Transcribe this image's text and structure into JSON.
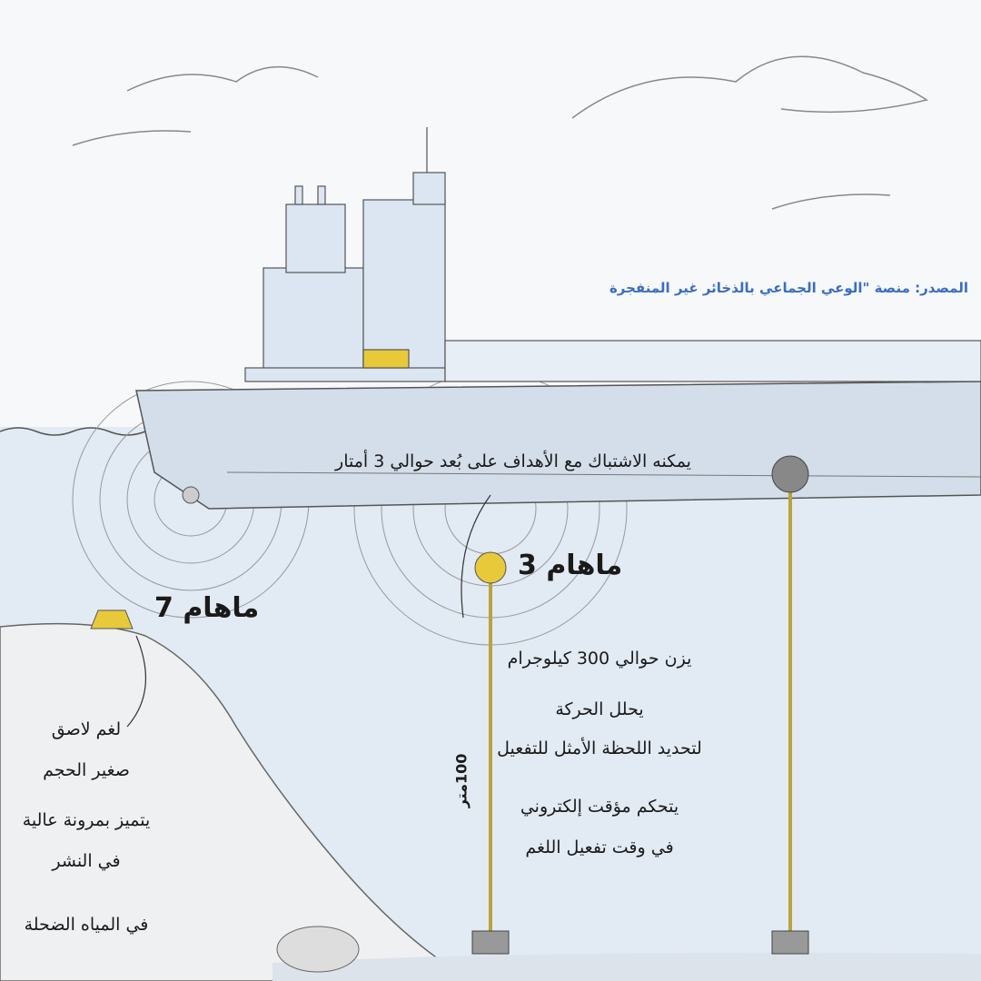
{
  "source": "المصدر: منصة \"الوعي الجماعي بالذخائر غير المنفجرة",
  "range_note": "يمكنه الاشتباك مع الأهداف على بُعد حوالي 3 أمتار",
  "maham3": {
    "title": "ماهام 3",
    "weight": "يزن حوالي 300 كيلوجرام",
    "analysis_1": "يحلل الحركة",
    "analysis_2": "لتحديد اللحظة الأمثل للتفعيل",
    "timer_1": "يتحكم مؤقت إلكتروني",
    "timer_2": "في وقت تفعيل اللغم",
    "depth": "100متر"
  },
  "maham7": {
    "title": "ماهام 7",
    "line_1": "لغم لاصق",
    "line_2": "صغير الحجم",
    "line_3": "يتميز بمرونة عالية",
    "line_4": "في النشر",
    "line_5": "في المياه الضحلة"
  },
  "colors": {
    "accent": "#3a6dc2",
    "mine": "#e8c93a",
    "water": "#dfe8f2"
  }
}
